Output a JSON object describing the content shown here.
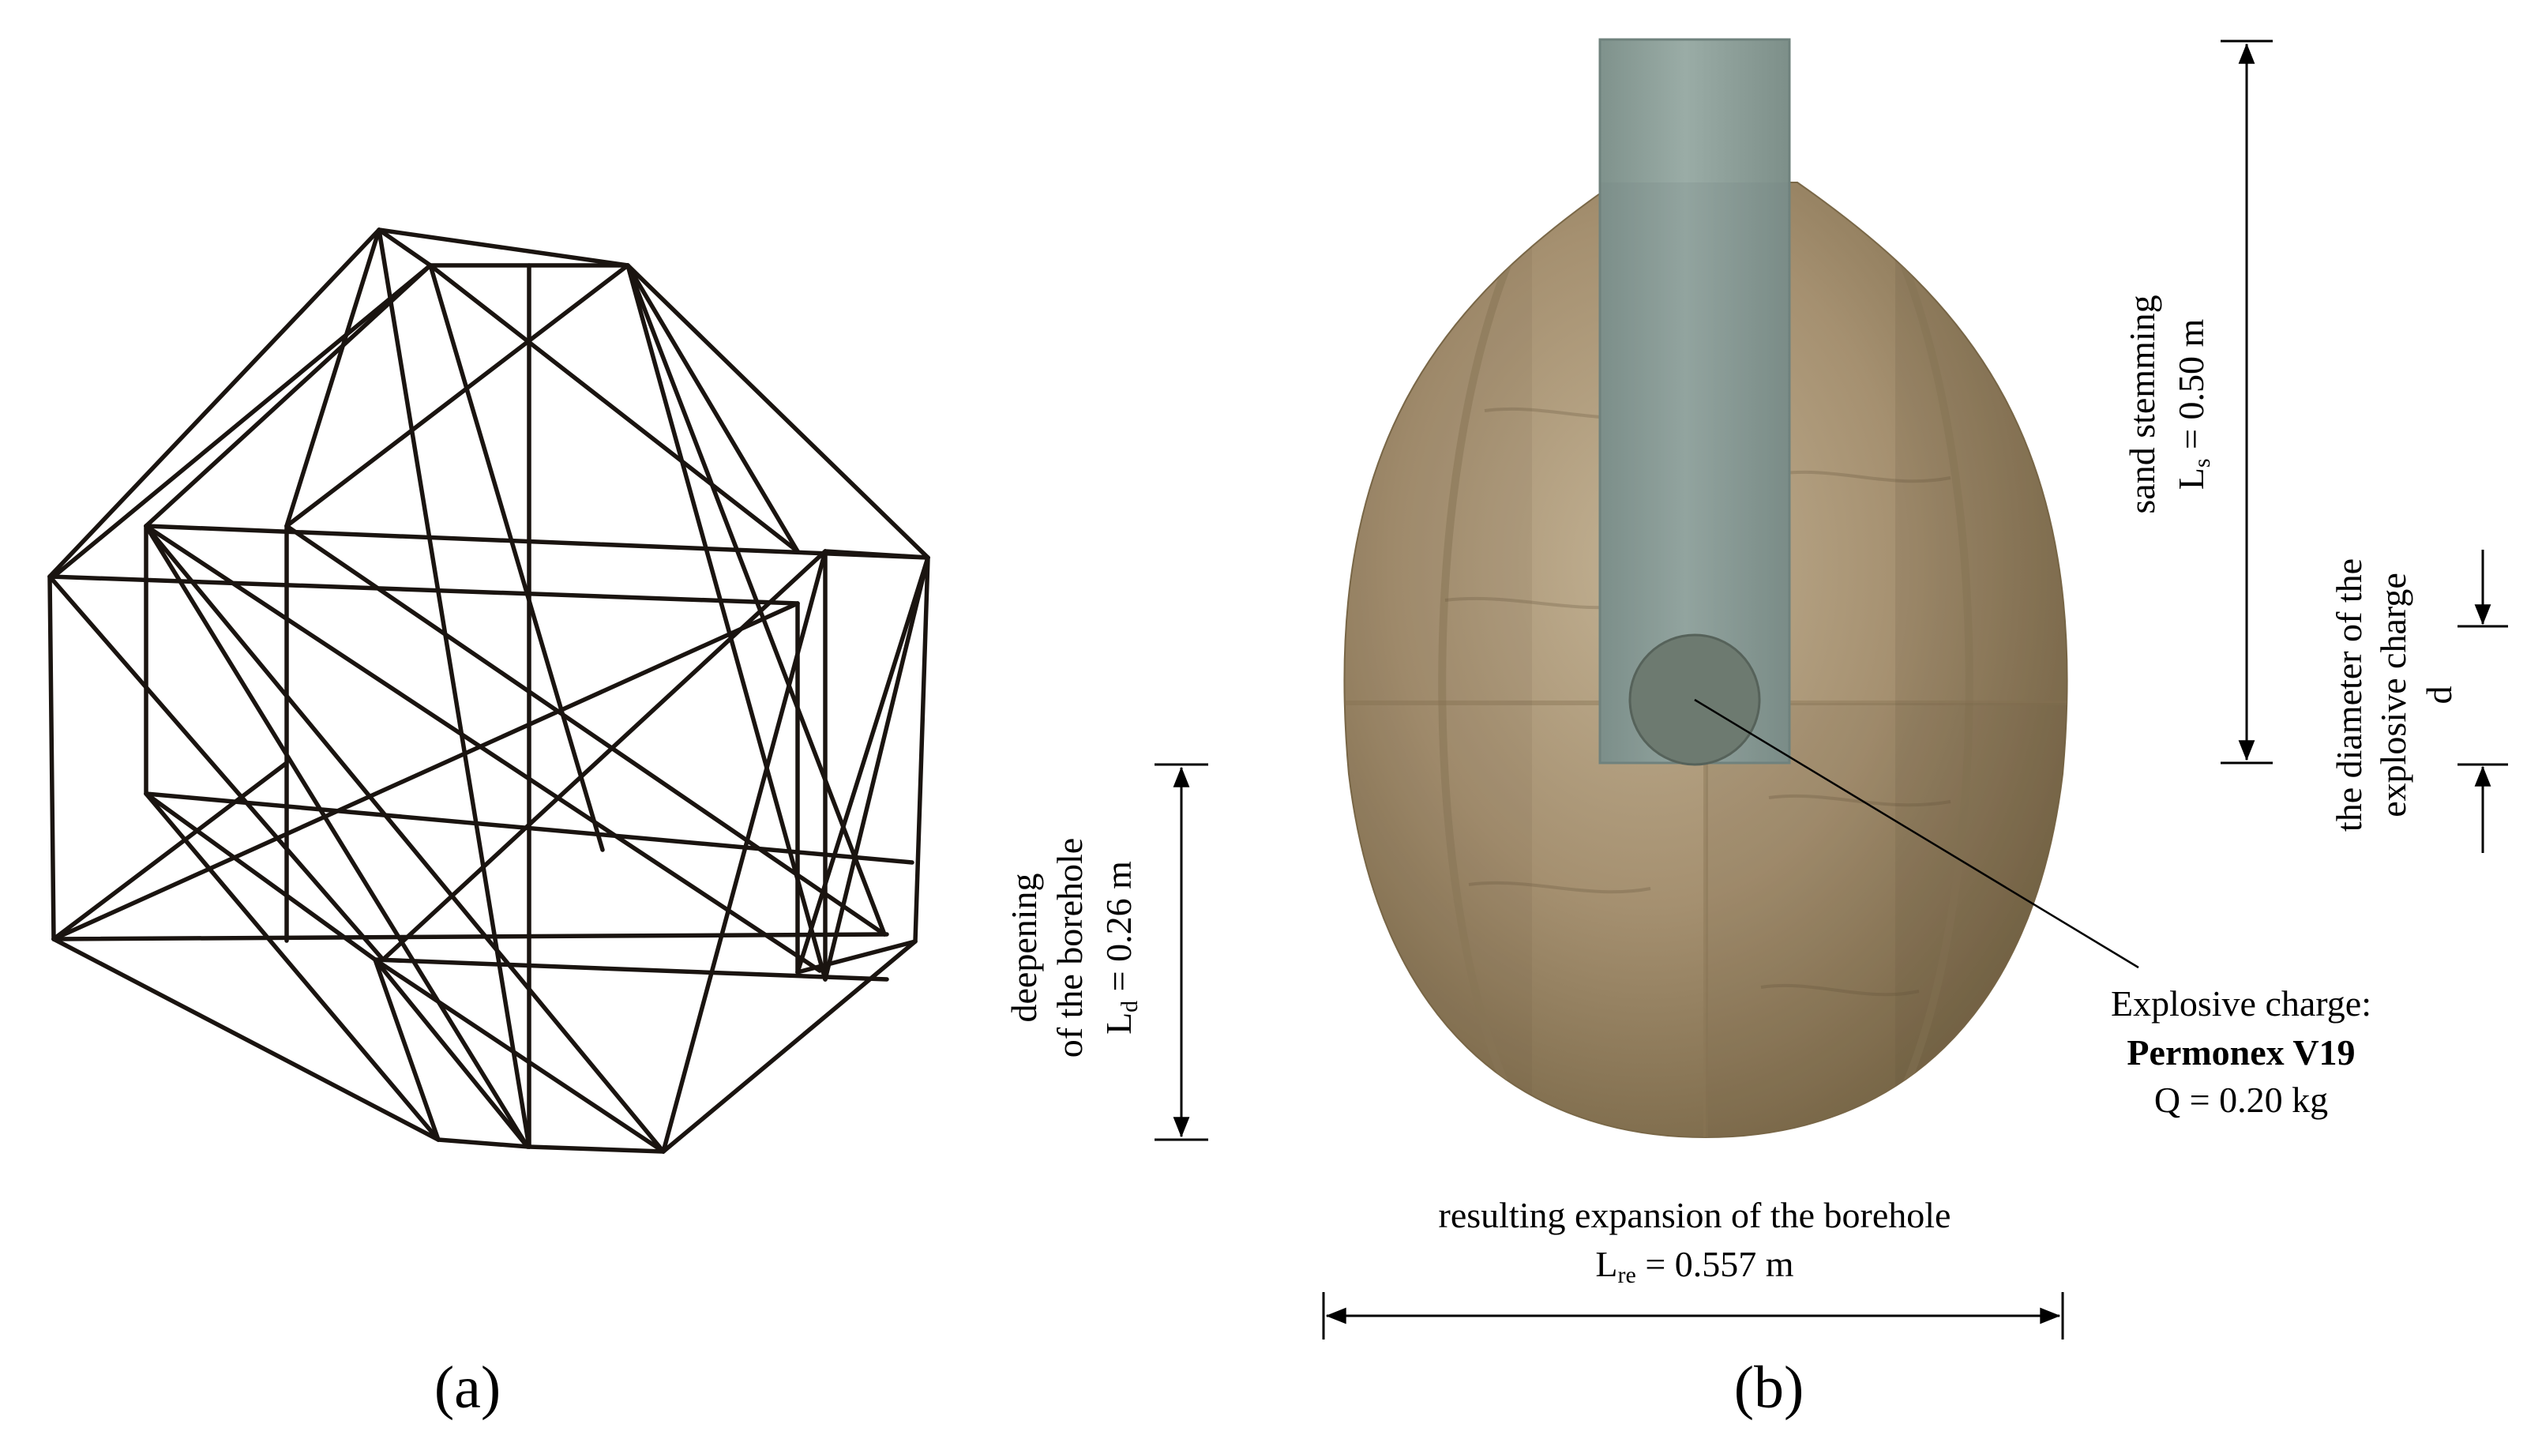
{
  "panels": {
    "a": {
      "caption": "(a)"
    },
    "b": {
      "caption": "(b)"
    }
  },
  "annotations": {
    "stemming": {
      "line1": "sand stemming",
      "line2": "L",
      "sub": "s",
      "value": " = 0.50 m"
    },
    "diameter": {
      "line1": "the diameter of the",
      "line2": "explosive charge",
      "line3": "d"
    },
    "deepening": {
      "line1": "deepening",
      "line2": "of the borehole",
      "line3": "L",
      "sub": "d",
      "value": " = 0.26 m"
    },
    "charge": {
      "title": "Explosive charge:",
      "name": "Permonex V19",
      "mass": "Q = 0.20 kg"
    },
    "expansion": {
      "line1": "resulting expansion of the borehole",
      "line2": "L",
      "sub": "re",
      "value": " = 0.557 m"
    }
  },
  "colors": {
    "wire": "#1a1410",
    "rock_light": "#b4a283",
    "rock_mid": "#9b8766",
    "rock_dark": "#6e5d42",
    "pipe": "#8c9f99",
    "pipe_edge": "#6f827d",
    "charge": "#6d7a70"
  }
}
